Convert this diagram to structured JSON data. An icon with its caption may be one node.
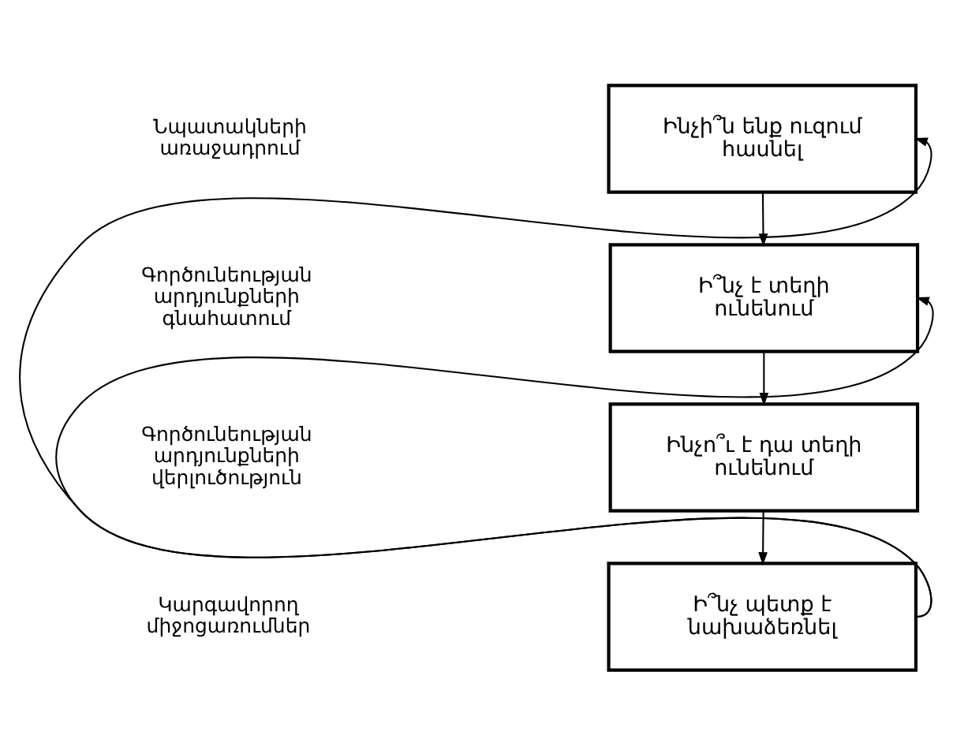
{
  "diagram": {
    "nodes": [
      {
        "text": [
          "Ինչի՞ն ենք ուզում հասնել"
        ]
      },
      {
        "text": [
          "Ի՞նչ է տեղի ունենում"
        ]
      },
      {
        "text": [
          "Ինչո՞ւ է դա տեղի ունենում"
        ]
      },
      {
        "text": [
          "Ի՞նչ պետք է նախաձեռնել"
        ]
      }
    ],
    "edges": [
      {
        "from": 0,
        "to": 1,
        "arrow": "to"
      },
      {
        "from": 1,
        "to": 2,
        "arrow": "to"
      },
      {
        "from": 2,
        "to": 3,
        "arrow": "to"
      },
      {
        "from": 3,
        "to": 0,
        "arrow": "to"
      },
      {
        "from": 3,
        "to": 1,
        "arrow": "to"
      }
    ],
    "labels": [
      "Նպատակների առաջադրում",
      "Գործունեության արդյունքների գնահատում",
      "Գործունեության արդյունքների վերլուծություն",
      "Կարգավորող միջոցառումներ"
    ]
  }
}
